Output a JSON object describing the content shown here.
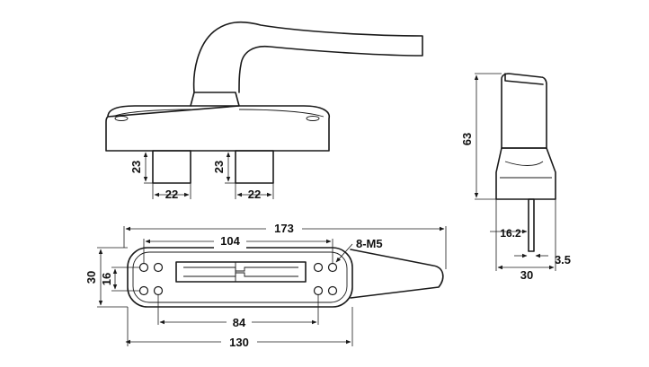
{
  "dimensions": {
    "front_stem_height_left": "23",
    "front_stem_height_right": "23",
    "front_stem_width_left": "22",
    "front_stem_width_right": "22",
    "overall_length": "173",
    "slot_length": "104",
    "screw_spec": "8-M5",
    "base_width": "30",
    "hole_row_spacing": "16",
    "hole_center_spacing": "84",
    "base_length": "130",
    "side_height": "63",
    "side_spindle_offset": "16.2",
    "side_depth": "30",
    "spindle_size": "3.5"
  }
}
